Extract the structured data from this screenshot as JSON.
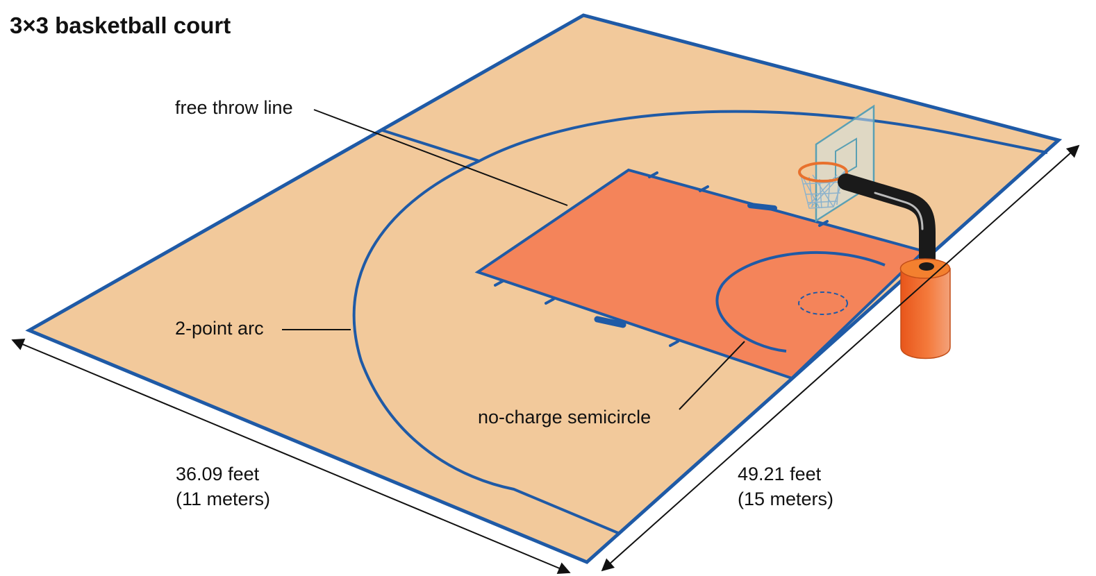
{
  "title": "3×3 basketball court",
  "labels": {
    "free_throw_line": "free throw line",
    "two_point_arc": "2-point arc",
    "no_charge_semicircle": "no-charge semicircle"
  },
  "dimensions": {
    "width_feet": "36.09 feet",
    "width_meters": "(11 meters)",
    "length_feet": "49.21 feet",
    "length_meters": "(15 meters)"
  },
  "colors": {
    "court_floor": "#f2c99b",
    "key_area": "#f4845a",
    "court_lines": "#1f5aa6",
    "post_pad": "#ef6a2a",
    "post": "#1a1a1a"
  }
}
